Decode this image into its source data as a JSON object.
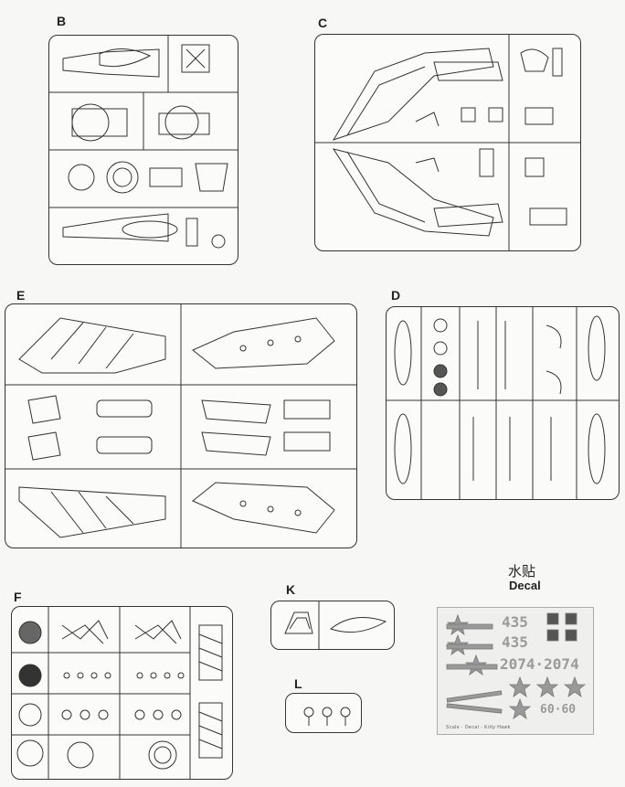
{
  "sprues": [
    {
      "id": "B",
      "label": "B"
    },
    {
      "id": "C",
      "label": "C"
    },
    {
      "id": "E",
      "label": "E"
    },
    {
      "id": "D",
      "label": "D"
    },
    {
      "id": "F",
      "label": "F"
    },
    {
      "id": "K",
      "label": "K"
    },
    {
      "id": "L",
      "label": "L"
    }
  ],
  "decal": {
    "title_zh": "水贴",
    "title_en": "Decal",
    "numbers": [
      "435",
      "435",
      "2074·2074",
      "60·60"
    ],
    "footer": "Scale · Decal · Kitty Hawk"
  }
}
